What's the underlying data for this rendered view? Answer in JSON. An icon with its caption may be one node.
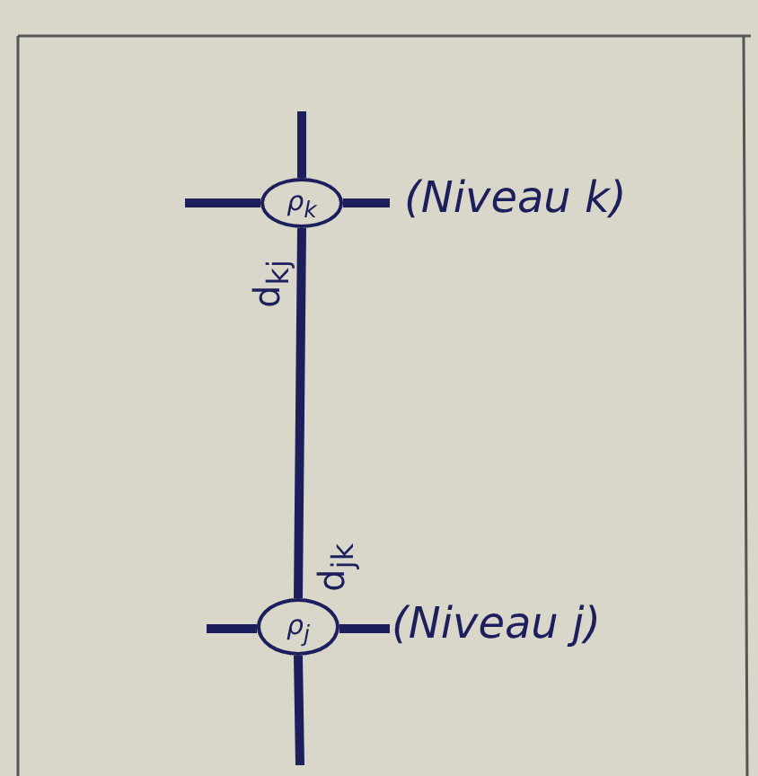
{
  "diagram": {
    "nodes": [
      {
        "text": [
          "ρ$_{k}$"
        ],
        "beside": [
          "(Niveau k)"
        ]
      },
      {
        "text": [
          "ρ$_{j}$"
        ],
        "beside": [
          "(Niveau j)"
        ]
      }
    ],
    "edges": [
      {
        "from": 0,
        "to": 1,
        "arrow": "none"
      }
    ],
    "labels": [
      "d$_{kj}$",
      "d$_{jk}$"
    ]
  }
}
